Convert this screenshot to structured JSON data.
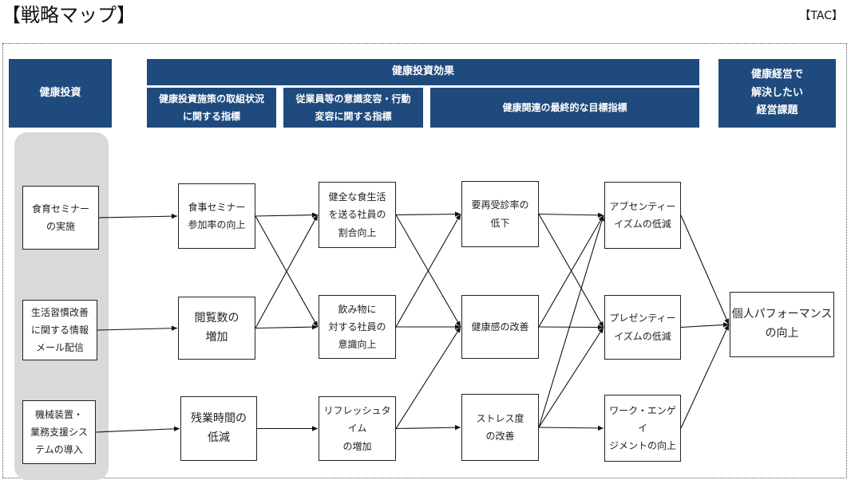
{
  "title": "【戦略マップ】",
  "org": "【TAC】",
  "headers": {
    "investment": "健康投資",
    "effect": "健康投資効果",
    "sub1": "健康投資施策の取組状況\nに関する指標",
    "sub2": "従業員等の意識変容・行動\n変容に関する指標",
    "sub3": "健康関連の最終的な目標指標",
    "goal": "健康経営で\n解決したい\n経営課題"
  },
  "nodes": {
    "inv_seminar": "食育セミナー\nの実施",
    "inv_mail": "生活習慣改善\nに関する情報\nメール配信",
    "inv_system": "機械装置・\n業務支援シス\nテムの導入",
    "ind_seminar_rate": "食事セミナー\n参加率の向上",
    "ind_views": "閲覧数の\n増加",
    "ind_overtime": "残業時間の\n低減",
    "beh_diet": "健全な食生活\nを送る社員の\n割合向上",
    "beh_drink": "飲み物に\n対する社員の\n意識向上",
    "beh_refresh": "リフレッシュタイム\nの増加",
    "out_recheck": "要再受診率の\n低下",
    "out_health": "健康感の改善",
    "out_stress": "ストレス度\nの改善",
    "fin_absent": "アブセンティー\nイズムの低減",
    "fin_present": "プレゼンティー\nイズムの低減",
    "fin_engage": "ワーク・エンゲイ\nジメントの向上",
    "goal_perf": "個人パフォーマンス\nの向上"
  },
  "edges": [
    [
      "inv_seminar",
      "ind_seminar_rate"
    ],
    [
      "inv_mail",
      "ind_views"
    ],
    [
      "inv_system",
      "ind_overtime"
    ],
    [
      "ind_seminar_rate",
      "beh_diet"
    ],
    [
      "ind_seminar_rate",
      "beh_drink"
    ],
    [
      "ind_views",
      "beh_diet"
    ],
    [
      "ind_views",
      "beh_drink"
    ],
    [
      "ind_overtime",
      "beh_refresh"
    ],
    [
      "beh_diet",
      "out_recheck"
    ],
    [
      "beh_diet",
      "out_health"
    ],
    [
      "beh_drink",
      "out_recheck"
    ],
    [
      "beh_drink",
      "out_health"
    ],
    [
      "beh_refresh",
      "out_health"
    ],
    [
      "beh_refresh",
      "out_stress"
    ],
    [
      "out_recheck",
      "fin_absent"
    ],
    [
      "out_recheck",
      "fin_present"
    ],
    [
      "out_health",
      "fin_absent"
    ],
    [
      "out_health",
      "fin_present"
    ],
    [
      "out_stress",
      "fin_absent"
    ],
    [
      "out_stress",
      "fin_present"
    ],
    [
      "out_stress",
      "fin_engage"
    ],
    [
      "fin_absent",
      "goal_perf"
    ],
    [
      "fin_present",
      "goal_perf"
    ],
    [
      "fin_engage",
      "goal_perf"
    ]
  ],
  "colors": {
    "header_bg": "#1f4a7d",
    "header_text": "#ffffff",
    "investment_column_bg": "#d9d9d9",
    "line": "#111111"
  }
}
